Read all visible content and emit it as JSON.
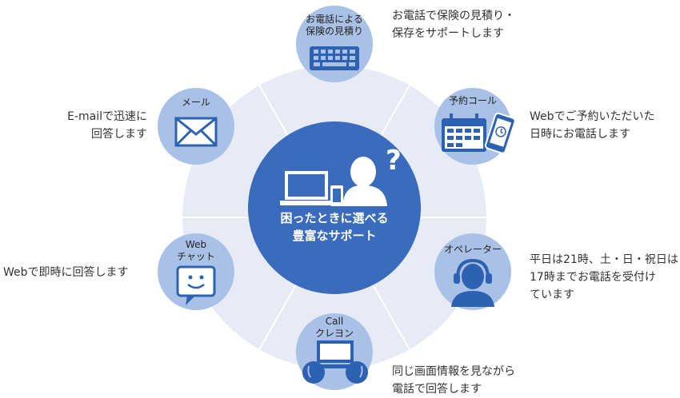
{
  "center": {
    "line1": "困ったときに選べる",
    "line2": "豊富なサポート"
  },
  "nodes": [
    {
      "id": "phone-estimate",
      "label1": "お電話による",
      "label2": "保険の見積り",
      "icon": "keyboard-icon",
      "desc": [
        "お電話で保険の見積り・",
        "保存をサポートします"
      ]
    },
    {
      "id": "reservation-call",
      "label1": "予約コール",
      "label2": "",
      "icon": "calendar-phone-icon",
      "desc": [
        "Webでご予約いただいた",
        "日時にお電話します"
      ]
    },
    {
      "id": "operator",
      "label1": "オペレーター",
      "label2": "",
      "icon": "operator-headset-icon",
      "desc": [
        "平日は21時、土・日・祝日は",
        "17時までお電話を受付け",
        "ています"
      ]
    },
    {
      "id": "call-crayon",
      "label1": "Call",
      "label2": "クレヨン",
      "icon": "screen-share-icon",
      "desc": [
        "同じ画面情報を見ながら",
        "電話で回答します"
      ]
    },
    {
      "id": "web-chat",
      "label1": "Web",
      "label2": "チャット",
      "icon": "chat-bubble-icon",
      "desc": [
        "Webで即時に回答します"
      ]
    },
    {
      "id": "email",
      "label1": "メール",
      "label2": "",
      "icon": "envelope-icon",
      "desc": [
        "E-mailで迅速に",
        "回答します"
      ]
    }
  ],
  "colors": {
    "ring": "#e6ebf6",
    "node": "#a9c1e7",
    "center": "#3a6bbd",
    "icon": "#2d62b2",
    "divider": "#ffffff"
  }
}
